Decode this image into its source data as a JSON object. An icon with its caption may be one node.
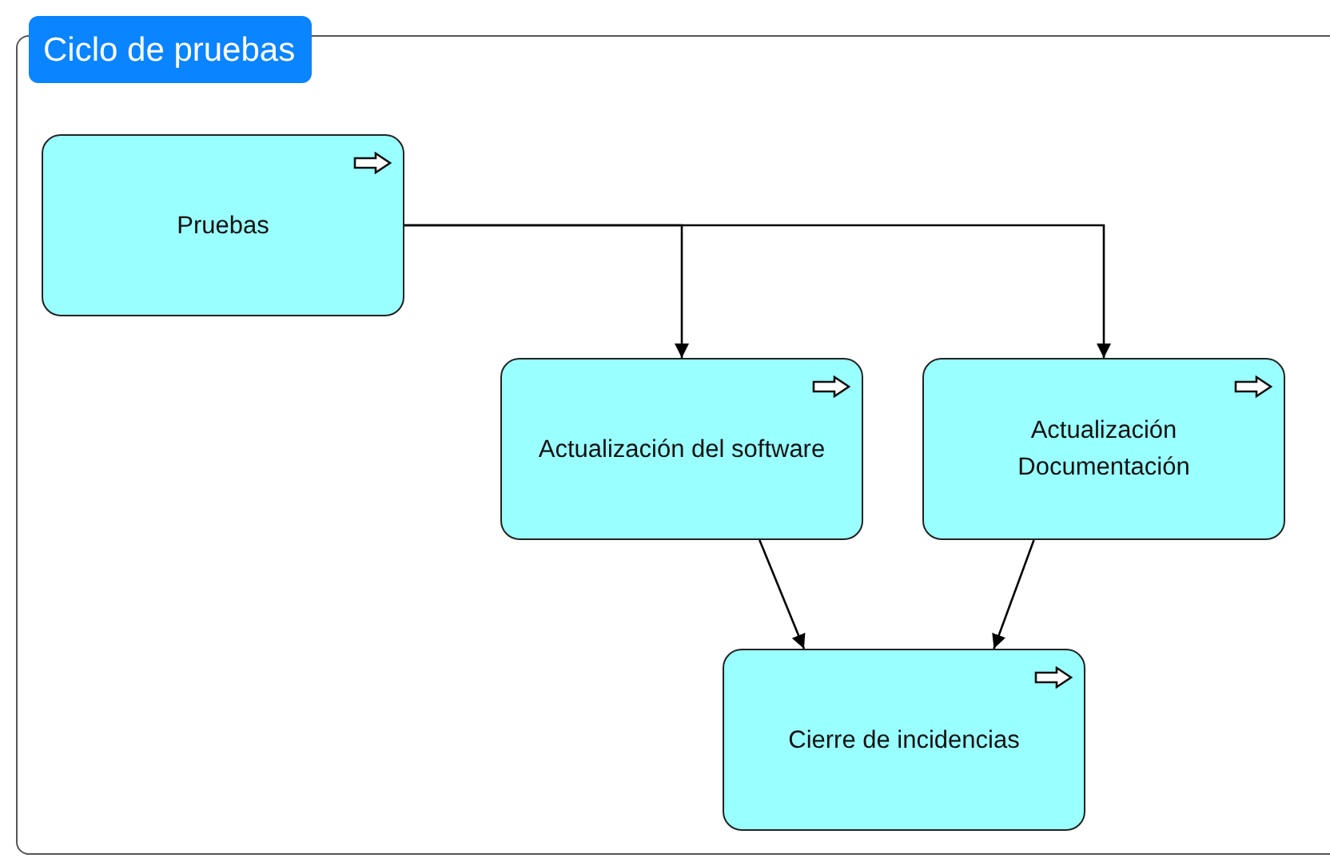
{
  "diagram": {
    "nodes": [
      {
        "text": [
          "Ciclo de pruebas"
        ]
      },
      {
        "text": [
          "Pruebas"
        ],
        "in": 0
      },
      {
        "text": [
          "Actualización del software"
        ],
        "in": 0
      },
      {
        "text": [
          "Actualización Documentación"
        ],
        "in": 0
      },
      {
        "text": [
          "Cierre de incidencias"
        ],
        "in": 0
      }
    ],
    "edges": [
      {
        "from": 1,
        "to": 2,
        "arrow": "to"
      },
      {
        "from": 1,
        "to": 3,
        "arrow": "to"
      },
      {
        "from": 2,
        "to": 4,
        "arrow": "to"
      },
      {
        "from": 3,
        "to": 4,
        "arrow": "to"
      }
    ]
  }
}
